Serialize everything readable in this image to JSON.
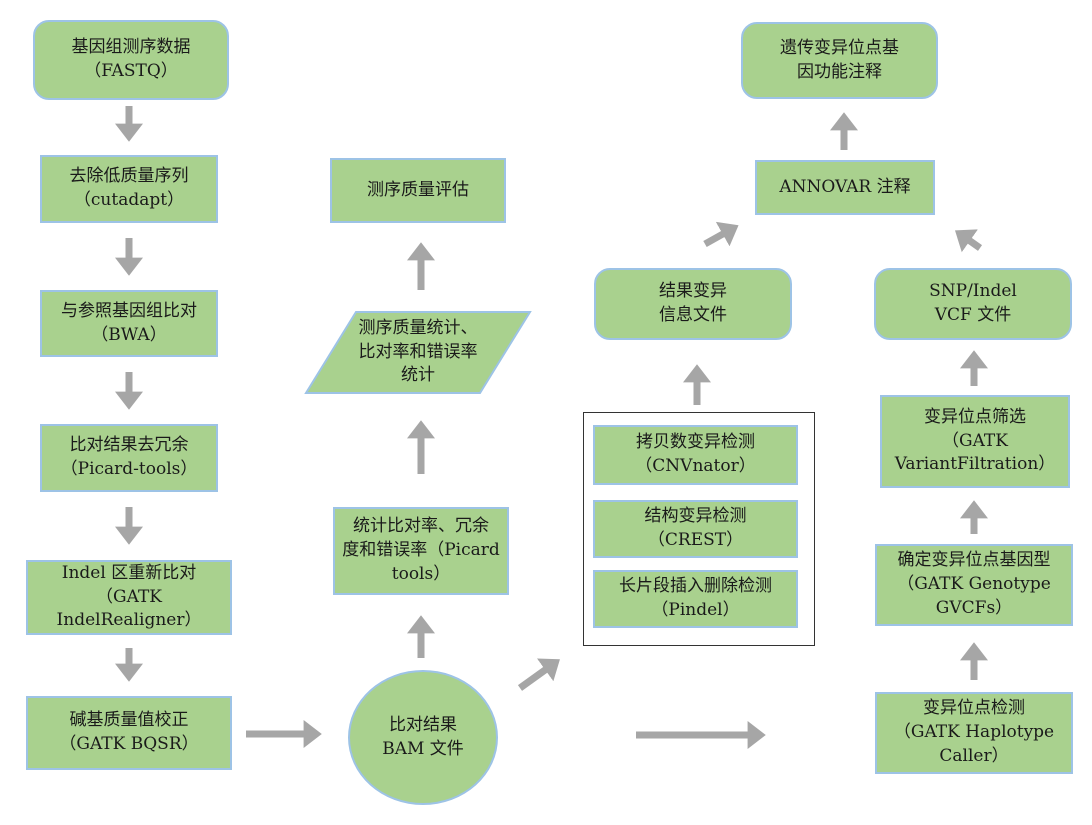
{
  "colors": {
    "node_fill": "#a9d18e",
    "node_border": "#9dc3e6",
    "arrow": "#a6a6a6",
    "sv_box_border": "#333333"
  },
  "nodes": {
    "fastq": "基因组测序数据\n（FASTQ）",
    "cutadapt": "去除低质量序列\n（cutadapt）",
    "bwa": "与参照基因组比对\n（BWA）",
    "picard_dedup": "比对结果去冗余\n（Picard-tools）",
    "indel_realign": "Indel 区重新比对\n（GATK IndelRealigner）",
    "bqsr": "碱基质量值校正\n（GATK BQSR）",
    "bam": "比对结果\nBAM 文件",
    "stat_rates": "统计比对率、冗余\n度和错误率（Picard\ntools）",
    "qc_stats": "测序质量统计、\n比对率和错误率\n统计",
    "qc_eval": "测序质量评估",
    "cnvnator": "拷贝数变异检测\n（CNVnator）",
    "crest": "结构变异检测\n（CREST）",
    "pindel": "长片段插入删除检测\n（Pindel）",
    "sv_result": "结果变异\n信息文件",
    "haplotype": "变异位点检测\n（GATK Haplotype\nCaller）",
    "genotype": "确定变异位点基因型\n（GATK Genotype\nGVCFs）",
    "filtration": "变异位点筛选\n（GATK\nVariantFiltration）",
    "vcf": "SNP/Indel\nVCF 文件",
    "annovar": "ANNOVAR 注释",
    "annotation": "遗传变异位点基\n因功能注释"
  }
}
